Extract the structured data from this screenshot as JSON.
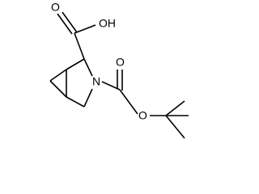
{
  "labels": {
    "hydroxyl": "OH",
    "carbonyl_oxygen_acid": "O",
    "nitrogen": "N",
    "carbonyl_oxygen_ester": "O",
    "ester_oxygen": "O"
  },
  "colors": {
    "bond": "#000000",
    "text": "#000000",
    "background": "#ffffff"
  }
}
